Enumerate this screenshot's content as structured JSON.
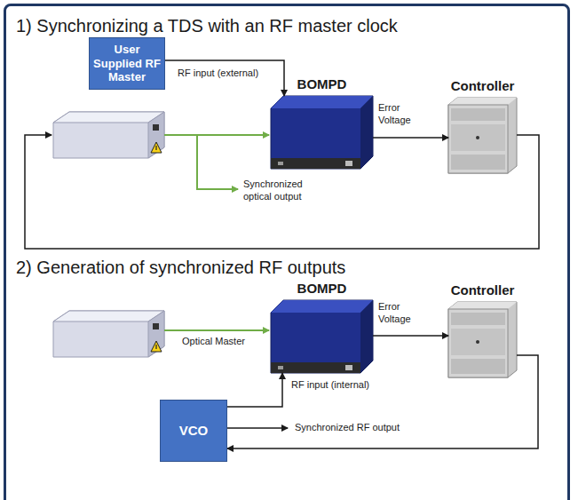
{
  "diagram": {
    "nodes": [
      {
        "text": [
          "User Supplied RF Master"
        ]
      },
      {
        "text": [
          "BOMPD"
        ]
      },
      {
        "text": [
          "Controller"
        ]
      },
      {
        "text": [
          "BOMPD"
        ]
      },
      {
        "text": [
          "Controller"
        ]
      },
      {
        "text": [
          "VCO"
        ]
      }
    ],
    "edges": [
      {
        "from": 0,
        "to": 1,
        "label": "RF input (external)",
        "arrow": "to"
      },
      {
        "from": 1,
        "to": 2,
        "label": "Error Voltage",
        "arrow": "to"
      },
      {
        "from": 3,
        "to": 4,
        "label": "Error Voltage",
        "arrow": "to"
      },
      {
        "from": 5,
        "to": 3,
        "label": "RF input (internal)",
        "arrow": "to"
      },
      {
        "from": 4,
        "to": 5,
        "arrow": "to"
      }
    ],
    "labels": [
      "1) Synchronizing a TDS with an RF master clock",
      "Synchronized optical output",
      "2) Generation of synchronized RF outputs",
      "Optical Master",
      "Synchronized RF output"
    ]
  }
}
